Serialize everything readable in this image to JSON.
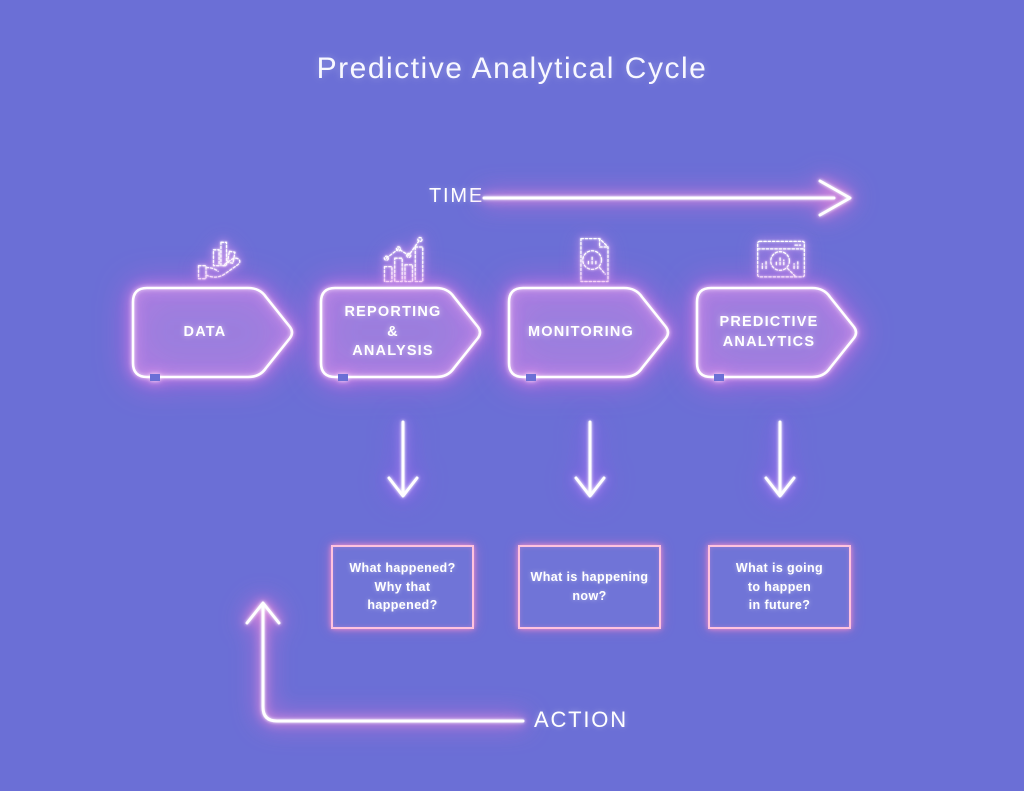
{
  "title": "Predictive Analytical Cycle",
  "time_axis": {
    "label": "TIME",
    "icon": "right-arrow-icon"
  },
  "action_axis": {
    "label": "ACTION",
    "icon": "up-elbow-arrow-icon"
  },
  "stages": [
    {
      "label": "DATA",
      "icon": "hand-presenting-chart-icon"
    },
    {
      "label": "REPORTING\n&\nANALYSIS",
      "icon": "bar-chart-trend-icon"
    },
    {
      "label": "MONITORING",
      "icon": "document-search-chart-icon"
    },
    {
      "label": "PREDICTIVE\nANALYTICS",
      "icon": "window-search-analytics-icon"
    }
  ],
  "outcomes": [
    {
      "text": "What happened?\nWhy that\nhappened?"
    },
    {
      "text": "What is happening\nnow?"
    },
    {
      "text": "What is going\nto happen\nin future?"
    }
  ],
  "down_arrow_icon": "down-arrow-icon",
  "colors": {
    "background": "#6B6FD6",
    "neon_pink": "#FF9BE0",
    "neon_magenta": "#F693EE",
    "neon_violet": "#B78CF7",
    "outcome_border": "#FFC2DE",
    "text": "#FFFFFF"
  }
}
